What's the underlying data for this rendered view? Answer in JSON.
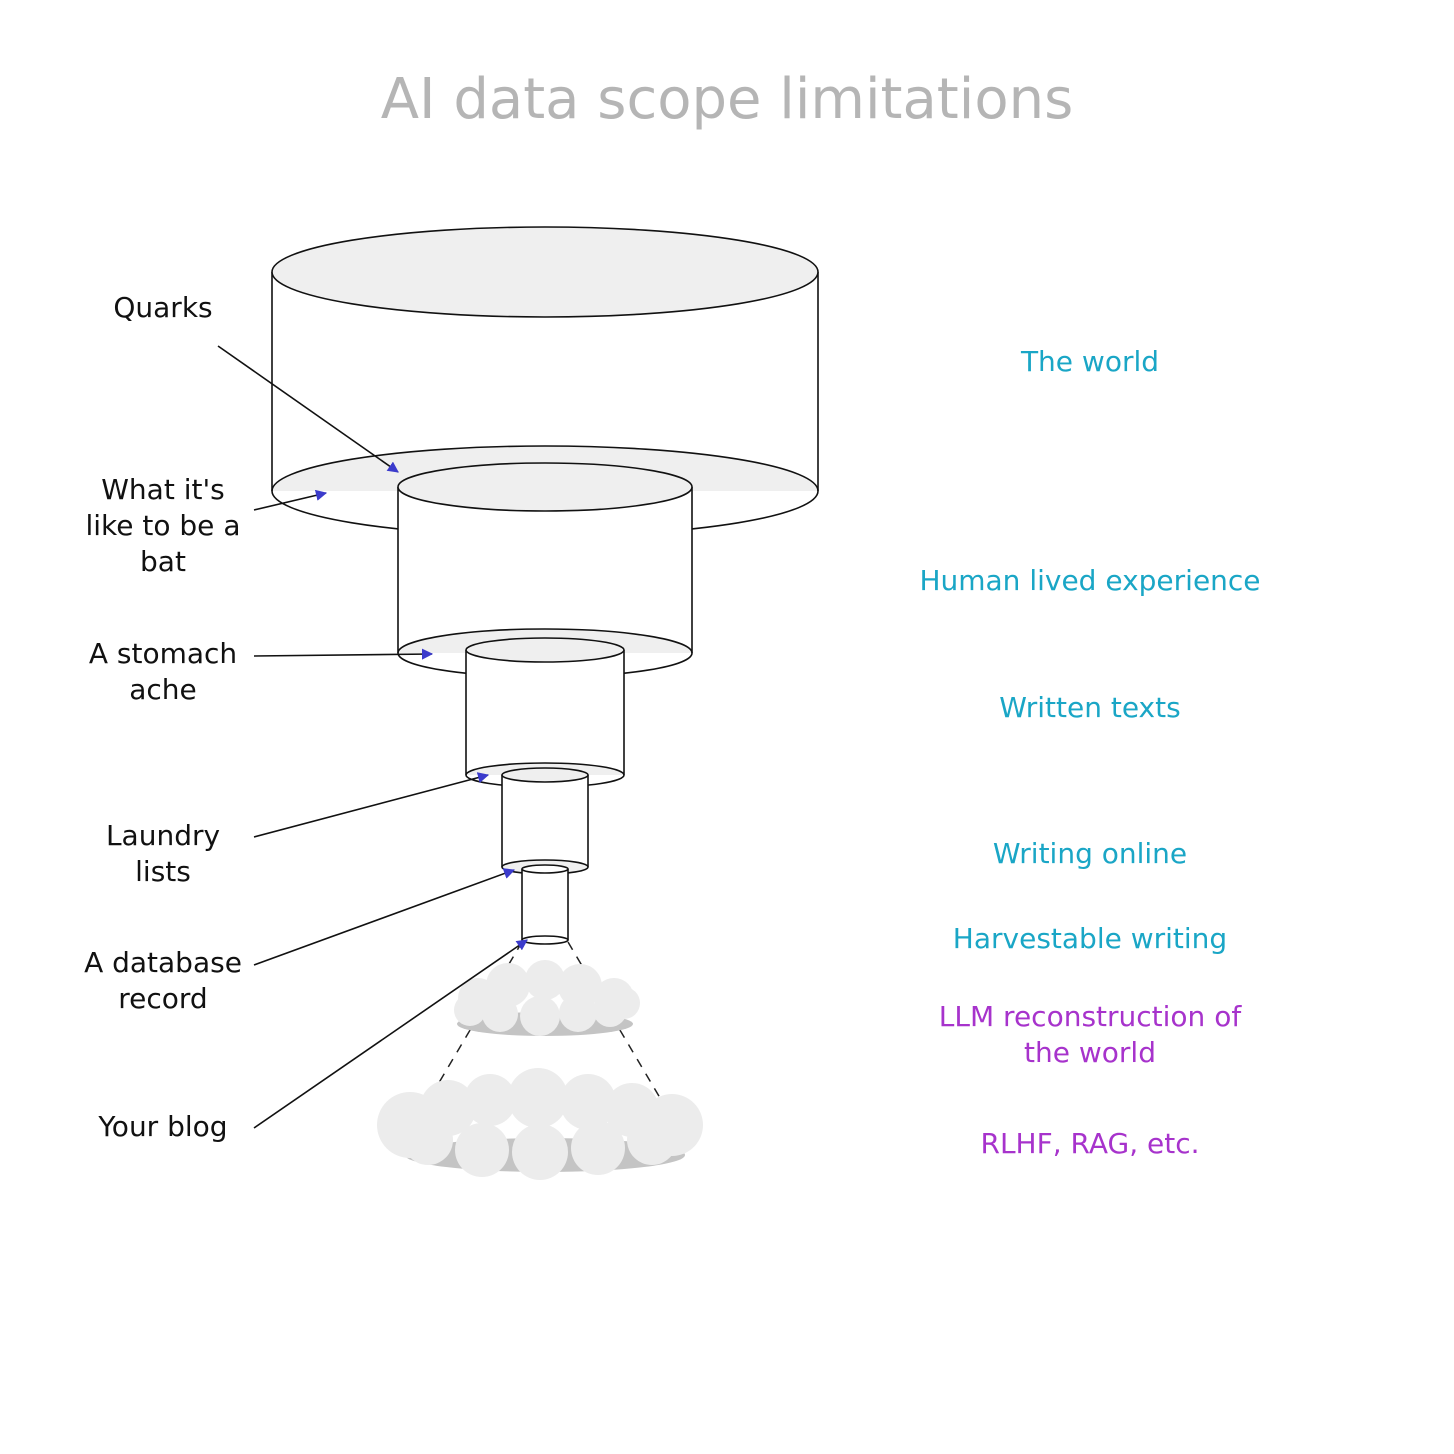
{
  "title": "AI data scope limitations",
  "left_labels": {
    "quarks": "Quarks",
    "bat": "What it's\nlike to be a\nbat",
    "stomach": "A stomach\nache",
    "laundry": "Laundry\nlists",
    "database": "A database\nrecord",
    "blog": "Your blog"
  },
  "right_labels": {
    "world": "The world",
    "lived": "Human lived experience",
    "texts": "Written texts",
    "online": "Writing online",
    "harvestable": "Harvestable writing",
    "llm": "LLM reconstruction of\nthe world",
    "rlhf": "RLHF, RAG, etc."
  },
  "colors": {
    "title": "#b5b5b5",
    "cyan": "#1aa6c6",
    "purple": "#a733cc",
    "arrow": "#3b3bcc",
    "outline": "#111111",
    "fill": "#efefef"
  }
}
